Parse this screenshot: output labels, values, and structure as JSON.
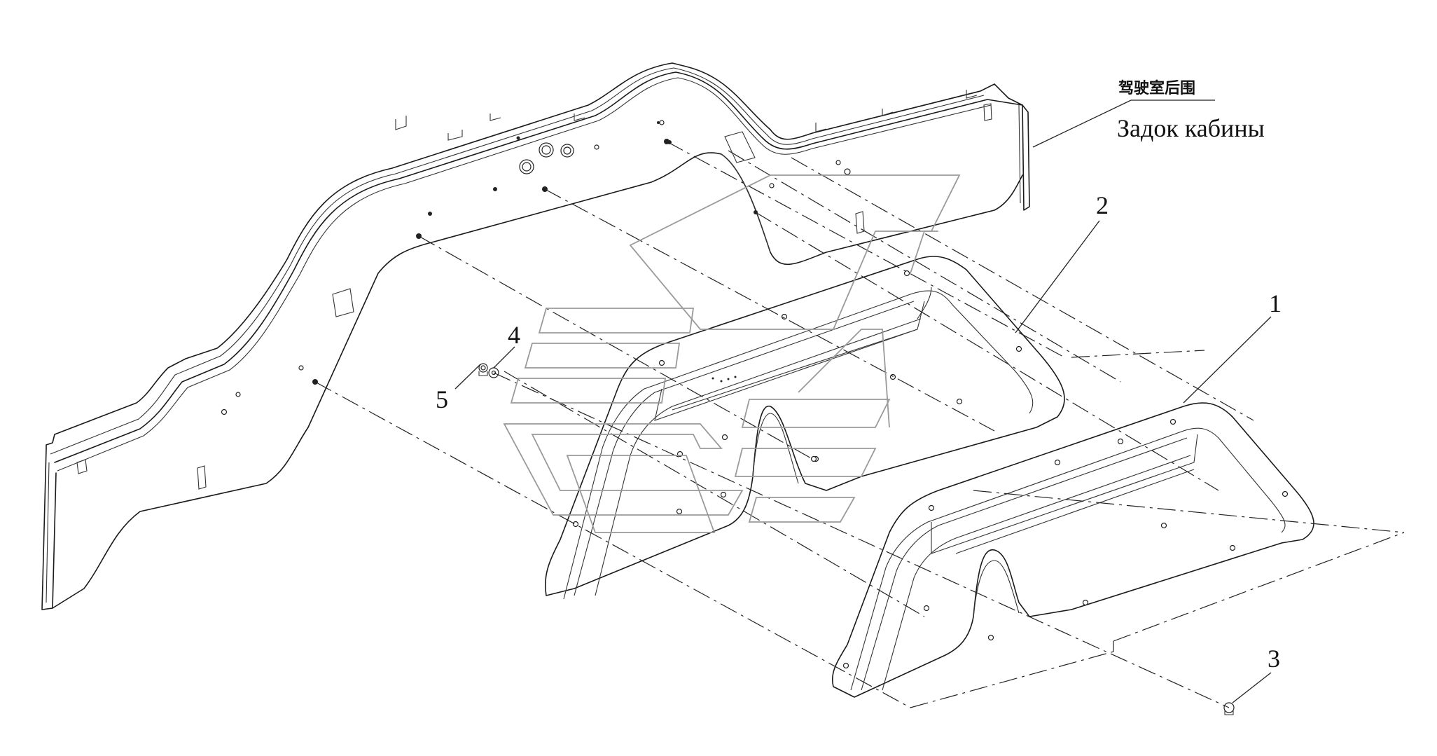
{
  "callouts": {
    "part_1": "1",
    "part_2": "2",
    "part_3": "3",
    "part_4": "4",
    "part_5": "5"
  },
  "labels": {
    "cab_rear_cn": "驾驶室后围",
    "cab_rear_ru": "Задок кабины"
  },
  "colors": {
    "line": "#1a1a1a",
    "watermark": "#9a9a9a",
    "background": "#ffffff"
  }
}
